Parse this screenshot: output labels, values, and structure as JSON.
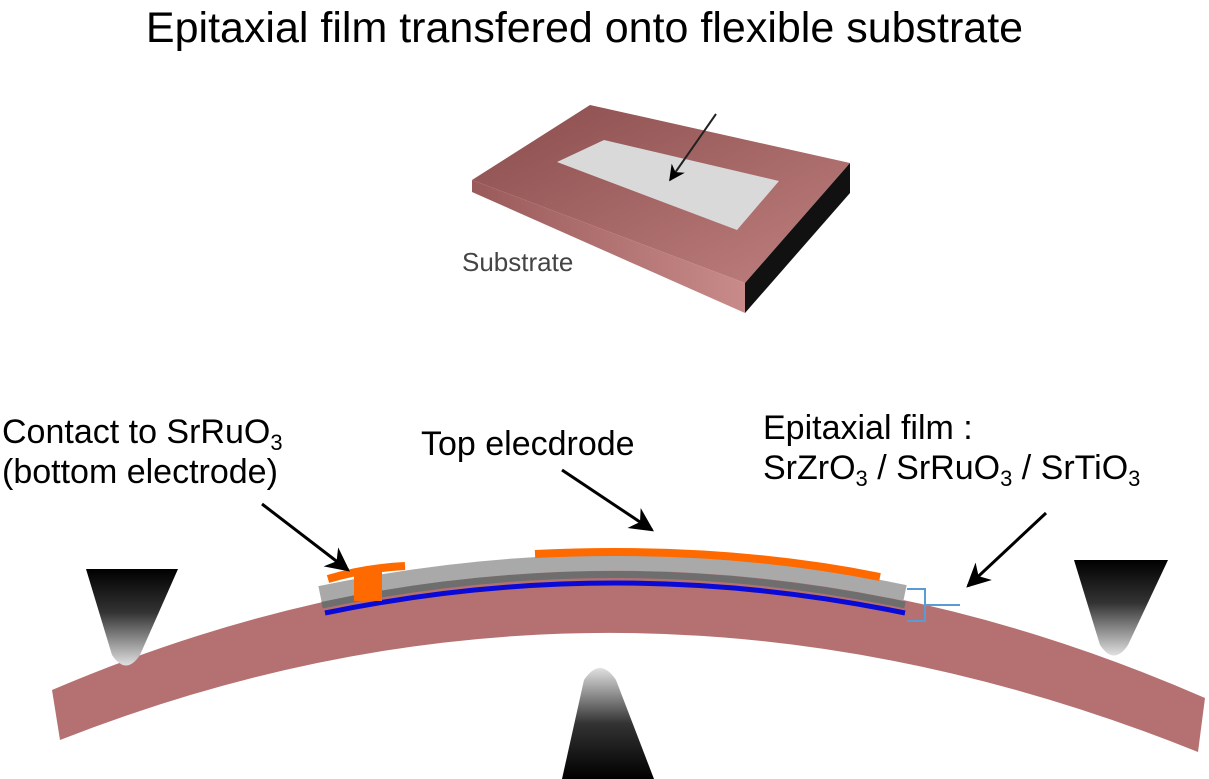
{
  "title": "Epitaxial film transfered onto flexible substrate",
  "substrate_label": "Substrate",
  "contact_label": {
    "line1": "Contact to SrRuO",
    "line1_sub": "3",
    "line2": "(bottom electrode)"
  },
  "top_electrode_label": "Top elecdrode",
  "film_label": {
    "line1": "Epitaxial film :",
    "p1": "SrZrO",
    "s1": "3",
    "sep1": " / ",
    "p2": "SrRuO",
    "s2": "3",
    "sep2": " / ",
    "p3": "SrTiO",
    "s3": "3"
  },
  "colors": {
    "substrate": "#b57171",
    "film": "#a9a9a9",
    "electrode": "#ff6a00",
    "bottom_layer": "#0a0ad6"
  }
}
